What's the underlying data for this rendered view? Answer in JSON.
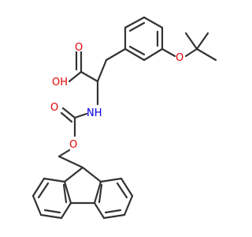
{
  "molecule": {
    "atoms": [
      {
        "id": "O1",
        "text": "O",
        "color": "#e60000"
      },
      {
        "id": "O2",
        "text": "OH",
        "color": "#e60000"
      },
      {
        "id": "O3",
        "text": "O",
        "color": "#e60000"
      },
      {
        "id": "N1",
        "text": "NH",
        "color": "#0000e6"
      },
      {
        "id": "O4",
        "text": "O",
        "color": "#e60000"
      },
      {
        "id": "O5",
        "text": "O",
        "color": "#e60000"
      }
    ],
    "colors": {
      "bond": "#333333",
      "oxygen": "#e60000",
      "nitrogen": "#0000e6",
      "background": "#ffffff"
    }
  }
}
